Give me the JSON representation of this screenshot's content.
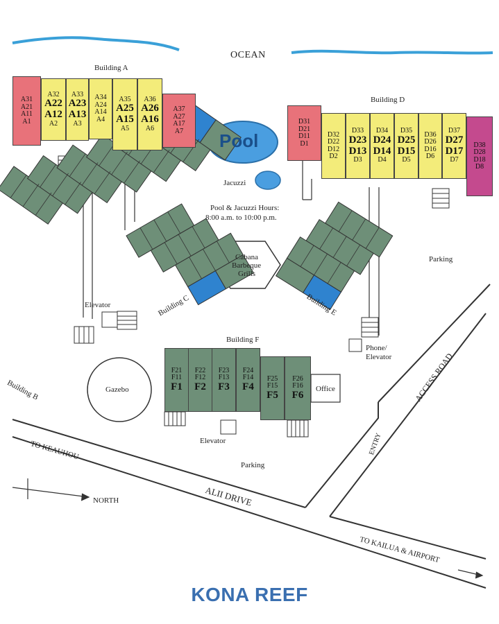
{
  "colors": {
    "ocean": "#3aa0d8",
    "pink": "#e8727a",
    "yellow": "#f3ec7a",
    "magenta": "#c44a8e",
    "green": "#6e8f78",
    "blue": "#2f83cf",
    "pool": "#4a9ee0",
    "title": "#3a6fb0"
  },
  "labels": {
    "ocean": "OCEAN",
    "building_a": "Building A",
    "building_b": "Building B",
    "building_c": "Building C",
    "building_d": "Building D",
    "building_e": "Building E",
    "building_f": "Building F",
    "pool": "Pool",
    "jacuzzi": "Jacuzzi",
    "hours_line1": "Pool & Jacuzzi Hours:",
    "hours_line2": "8:00 a.m. to 10:00 p.m.",
    "cabana_line1": "Cabana",
    "cabana_line2": "Barbeque",
    "cabana_line3": "Grills",
    "elevator_left": "Elevator",
    "elevator_bottom": "Elevator",
    "phone_line1": "Phone/",
    "phone_line2": "Elevator",
    "parking_right": "Parking",
    "parking_bottom": "Parking",
    "gazebo": "Gazebo",
    "office": "Office",
    "to_keauhou": "TO KEAUHOU",
    "north": "NORTH",
    "alii_drive": "ALII DRIVE",
    "to_kailua": "TO KAILUA & AIRPORT",
    "access_road": "ACCESS ROAD",
    "entry": "ENTRY",
    "title": "KONA REEF"
  },
  "building_a": [
    {
      "color": "pink",
      "units": [
        "A31",
        "A21",
        "A11",
        "A1"
      ],
      "big": false
    },
    {
      "color": "yellow",
      "units": [
        "A32",
        "A22",
        "A12",
        "A2"
      ],
      "big": true
    },
    {
      "color": "yellow",
      "units": [
        "A33",
        "A23",
        "A13",
        "A3"
      ],
      "big": true
    },
    {
      "color": "yellow",
      "units": [
        "A34",
        "A24",
        "A14",
        "A4"
      ],
      "big": false
    },
    {
      "color": "yellow",
      "units": [
        "A35",
        "A25",
        "A15",
        "A5"
      ],
      "big": true
    },
    {
      "color": "yellow",
      "units": [
        "A36",
        "A26",
        "A16",
        "A6"
      ],
      "big": true
    },
    {
      "color": "pink",
      "units": [
        "A37",
        "A27",
        "A17",
        "A7"
      ],
      "big": false
    }
  ],
  "building_d": [
    {
      "color": "pink",
      "units": [
        "D31",
        "D21",
        "D11",
        "D1"
      ],
      "big": false
    },
    {
      "color": "yellow",
      "units": [
        "D32",
        "D22",
        "D12",
        "D2"
      ],
      "big": false
    },
    {
      "color": "yellow",
      "units": [
        "D33",
        "D23",
        "D13",
        "D3"
      ],
      "big": true
    },
    {
      "color": "yellow",
      "units": [
        "D34",
        "D24",
        "D14",
        "D4"
      ],
      "big": true
    },
    {
      "color": "yellow",
      "units": [
        "D35",
        "D25",
        "D15",
        "D5"
      ],
      "big": true
    },
    {
      "color": "yellow",
      "units": [
        "D36",
        "D26",
        "D16",
        "D6"
      ],
      "big": false
    },
    {
      "color": "yellow",
      "units": [
        "D37",
        "D27",
        "D17",
        "D7"
      ],
      "big": true
    },
    {
      "color": "magenta",
      "units": [
        "D38",
        "D28",
        "D18",
        "D8"
      ],
      "big": false
    }
  ],
  "building_f": [
    {
      "units": [
        "F21",
        "F11",
        "F1"
      ]
    },
    {
      "units": [
        "F22",
        "F12",
        "F2"
      ]
    },
    {
      "units": [
        "F23",
        "F13",
        "F3"
      ]
    },
    {
      "units": [
        "F24",
        "F14",
        "F4"
      ]
    },
    {
      "units": [
        "F25",
        "F15",
        "F5"
      ]
    },
    {
      "units": [
        "F26",
        "F16",
        "F6"
      ]
    }
  ]
}
